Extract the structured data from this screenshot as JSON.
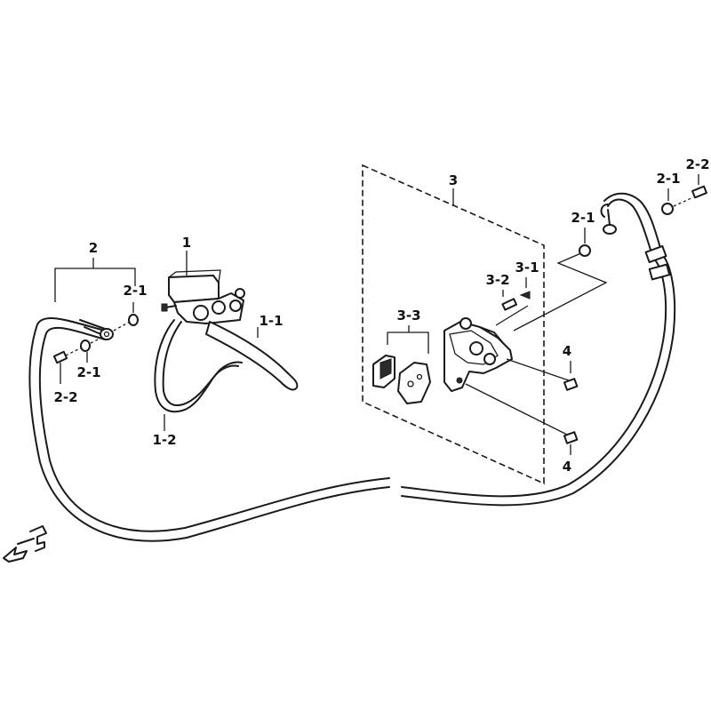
{
  "callouts": {
    "master_cylinder": "1",
    "brake_lever": "1-1",
    "switch_wire": "1-2",
    "hose_assembly": "2",
    "washer_front_upper": "2-1",
    "washer_front_lower": "2-1",
    "bolt_front": "2-2",
    "washer_rear_left": "2-1",
    "washer_rear_right": "2-1",
    "bolt_rear": "2-2",
    "caliper_assembly": "3",
    "bleeder_cap": "3-1",
    "bleeder_screw": "3-2",
    "brake_pads": "3-3",
    "caliper_bolt_upper": "4",
    "caliper_bolt_lower": "4"
  },
  "orientation_marker": {
    "letter": "F",
    "icon": "arrow-left-icon"
  }
}
